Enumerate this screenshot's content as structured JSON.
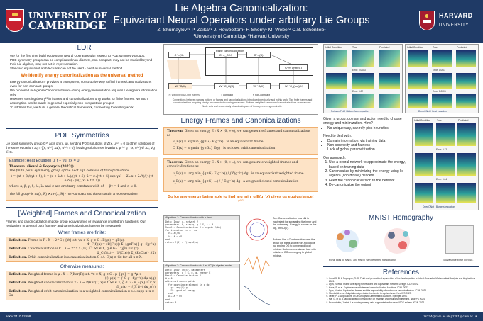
{
  "header": {
    "left_logo_line1": "UNIVERSITY OF",
    "left_logo_line2": "CAMBRIDGE",
    "title_line1": "Lie Algebra Canonicalization:",
    "title_line2": "Equivariant Neural Operators under arbitrary Lie Groups",
    "authors": "Z. Shumaylov*¹   P. Zaika*¹   J. Rowbottom¹   F. Sherry¹   M. Weber²   C.B. Schönlieb¹",
    "affiliations": "¹University of Cambridge   ²Harvard University",
    "right_logo_line1": "HARVARD",
    "right_logo_line2": "UNIVERSITY"
  },
  "tldr": {
    "heading": "TLDR",
    "bullets": [
      "We for the first time build equivariant Neural Operators with respect to PDE symmetry groups.",
      "PDE symmetry groups can be complicated non-discrete, non-compact, may not be studied beyond their Lie algebra, may not act in representation.",
      "Standard equivariant architectures can not be used - need a universal method."
    ],
    "highlight": "We identify energy canonicalization as the universal method",
    "bullets2": [
      "Energy canonicalization⁵ provides a transparent, constructive way to find frames/canonicalizations even for non-compact groups.",
      "We propose Lie Algebra Canonicalization - doing energy minimization requires Lie algebra information only.",
      "However, existing theory²³ in frames and canonicalizations only works for finite frames. No such assumption can be made in general especially non-compact Lie groups!",
      "To address this, we build a general theoretical framework, connecting to existing work."
    ]
  },
  "pde": {
    "heading": "PDE Symmetries",
    "intro": "Lie point symmetry group G¹⁵ acts on (x, u), sending PDE solutions of Δ(x, u⁽ⁿ⁾) = 0 to other solutions of the same equation. Δ₀ = {(x, u⁽ⁿ⁾) : Δ(x, u⁽ⁿ⁾) = 0}, leaving solution set invariant: pr⁽ⁿ⁾ g · (x, u⁽ⁿ⁾) ∈ Δ₀, ∀g ∈ G.",
    "example_title": "Example: Heat Equation u_t − νu_xx = 0",
    "theorem_title": "Theorem. (Koval & Popovych (2023)).",
    "theorem_line1": "The finite point symmetry group of the heat eqn consists of transformations",
    "theorem_eq": "t̃ = (αt + β)/(γt + δ),   x̃ = (x + λ₁t + λ₀)/(γt + δ),   ũ = σ√|γt + δ| exp(γx² + 2λ₁x + λ₁²t)/(4(γt + δ)) · (u(t, x) + f(t, x))",
    "theorem_line2": "where α, β, γ, δ, λ₁, λ₀ and σ are arbitrary constants with αδ − βγ = 1 and σ ≠ 0.",
    "full_group": "The full group¹ is SL(2, ℝ) ⋉ₖ H(1, ℝ) - non-compact and doesn't act in a representation!"
  },
  "weighted": {
    "heading": "[Weighted] Frames and Canonicalization",
    "intro": "Frames and canonicalization impose group equivariance or invariance on arbitrary functions. Our realization: In general both frames⁶ and canonicalizations have to be measured!",
    "finite_heading": "When frames are finite:",
    "def1_label": "Definition.",
    "def1": "Frame is F : X → 2^G \\ {∅} s.t. ∀x ∈ X, g ∈ G : F(gx) = gF(x).",
    "def1_eq": "Φ_F(f)(x) = (1/|F(x)|) Σ_{g∈F(x)} g · f(g⁻¹x)",
    "def2_label": "Definition.",
    "def2": "Canonicalization is C : X → 2^X \\ {∅} s.t. ∀x ∈ X, g ∈ G : C(gx) = C(x).",
    "def2_eq": "Φ_C(f)(x) = (1/|C(x)|) Σ_{x̃∈C(x)} f(x̃)",
    "def3_label": "Definition.",
    "def3": "Orbit canonicalization is a canonicalization C s.t. C(x) ⊂ Gx for all x ∈ X.",
    "other_heading": "Otherwise measures:",
    "def4_label": "Definition.",
    "def4": "Weighted frame is μ : X → P(Ker(T)) s.t. ∀x ∈ X, g ∈ G : μ_{gx} = g_*μ_x",
    "def4_eq": "⟨f⟩_μ(x) = ∫_G g · f(g⁻¹x) dμ_x(g)",
    "def5_label": "Definition.",
    "def5": "Weighted canonicalization is κ : X → P(Ker(T) x) s.t. ∀x ∈ X, g ∈ G : κ_{gx} = κ_x",
    "def5_eq": "⟨f⟩_κ(x) = ∫_X f(y) dκ_x(y)",
    "def6_label": "Definition.",
    "def6": "Weighted orbit canonicalization is a weighted canonicalization κ s.t. supp κ_x ⊂ Gx"
  },
  "diagram": {
    "box_finite": "Finite canonicalization",
    "nodes": [
      "C^∞(X)",
      "C^∞_G(X)",
      "C^∞(X)",
      "C^∞_{frm}(X)",
      "W^*C(X)",
      "W^*C_G(X)",
      "W^*C(X)",
      "W^*C_{frm}(X)"
    ],
    "legend_compact": "compact",
    "legend_noncompact": "non-compact",
    "legend_tagged": "Ⓕ Weighted & Orbit frames",
    "caption": "Connections between various notions of frames and canonicalizations introduced previously and in this work. Top: finite frames and canonicalizations mapping strictly as commuted covering measures. Bottom: weighted frames and canonicalizations as measures. Node sets and sequentially closed subspace of those preserving continuity."
  },
  "energy": {
    "heading": "Energy Frames and Canonicalizations",
    "thm1_head": "Theorem.",
    "thm1_text": "Given an energy E : X × [0, +∞), we can generate frames and canonicalizations as",
    "thm1_eq1": "F_E(x) = argmin_{g∈G} E(g⁻¹x)",
    "thm1_lab1": "is an equivariant frame",
    "thm1_eq2": "C_E(x) = argmin_{y∈Gx} E(y)",
    "thm1_lab2": "is a closed orbit canonicalization",
    "thm2_head": "Theorem.",
    "thm2_text": "Given an energy E : X × [0, +∞), we can generate weighted frames and canonicalizations as",
    "thm2_eq1": "μ_E(x) = (arg min_{g∈G} E(g⁻¹x)) / ∫ δ(g⁻¹x) dg",
    "thm2_lab1": "is an equivariant weighted frame",
    "thm2_eq2": "κ_E(x) = (arg min_{g∈G} ...) / ∫ E(g⁻¹x) dg",
    "thm2_lab2": "a weighted closed canonicalization",
    "conclusion": "So for any energy being able to find arg min_g E(g⁻¹x) gives us equivariance!",
    "conclusion_sub": "g∈G"
  },
  "algos": {
    "algo1_title": "Algorithm 1: Canonicalization with a fixed...",
    "algo2_title": "Algorithm 2: Canonicalization via LieLAC (in algebra mode)",
    "algo1_code": "Data: Input x, network f\nparameters: θ, step η, g ∈ G, A ← 0\nResult: Canonicalization x̃ = argmin E(Ax)\nfor iteration in ... do\n  ∇ ← ∂E/∂A\n  A ← A − η∇\nend\nreturn f(x̃) = f(exp(A)x)",
    "algo2_code": "Data: Input in ℝⁿ, parameters\nparameters: g ∈ G, p, q, energy E\nResult: Canonicalization x̃\nA ← 0\nwhile not converged do\n  for coordinate element in g do\n    g ← exp(A) g\n    ∇ ← grad of energy\n  end\n  A ← A − η∇\nend\nreturn x̃",
    "note_top": "Top: Canonicalization in a NN is equivalent for separating the inner and the outer map. Energy is shown as the top, on SO(2).",
    "note_bottom": "Bottom: LieLAC optimization over the group Lie basis shows non-monotone but ending OG to converged local minima. Bottom curve shows loss with initialized OG converging to global minima."
  },
  "results": {
    "label_init": "Initial Condition",
    "label_true": "True",
    "label_pred": "Predicted",
    "caption_left": "Poisson/FNO / Allen-Cahn equation",
    "caption_right": "DeepONet / Heat equation",
    "caption_bottom": "DeepONet / Burgers' equation",
    "err_labels": [
      "Error: 0.0003",
      "Error: 0.02",
      "Error: 0.12",
      "Error: 0.001",
      "Error: 0.0005",
      "Error: 0.04"
    ]
  },
  "right_col": {
    "intro": "Given a group, domain and action need to choose energy and minimization. How?",
    "intro_bullet": "No unique way, can rely pick heuristics",
    "need_heading": "Need to deal with:",
    "need_items": [
      "Domain information, via training data",
      "Non-convexity and flatness",
      "Lack of global parametrization"
    ],
    "approach_heading": "Our approach:",
    "approach_items": [
      "Use a neural network to approximate the energy, based on training data",
      "Canonicalize by minimizing the energy using lie algebra (coordinate) descent",
      "Feed the canonical version to the network",
      "De-canonicalize the output"
    ]
  },
  "mnist": {
    "heading": "MNIST Homography",
    "caption": "t-SNE plots for MNIST and MNIST with perturbed homography.",
    "caption2": "Equivariance fix for ViT/VAC."
  },
  "references": {
    "heading": "References",
    "items": [
      "Koval S. D. & Popovych, R. O. Point and generalized symmetries of the heat equation revisited. Journal of Mathematical Analysis and Applications 2023.",
      "Dym, N. et al. Frame Averaging for Invariant and Equivariant Network Design. ICLR 2022.",
      "Kaba, S. et al. Equivariance with learned canonicalization functions. ICML 2023.",
      "Dym, N. et al. Equivariant frames and the impossibility of continuous canonicalization. ICML 2024.",
      "Mondal, A. et al. Adaptation of pretrained networks to equivariance. NeurIPS 2023.",
      "Olver, P. J. Applications of Lie Groups to Differential Equations. Springer 1993.",
      "Ma, G. et al. A canonicalization perspective on invariant and equivariant learning. NeurIPS 2024.",
      "Brandstetter, J. et al. Lie point symmetry data augmentation for neural PDE solvers. ICML 2022."
    ]
  },
  "footer": {
    "left": "arXiv:2410.02698",
    "right": "zs334@cam.ac.uk     pz281@cam.ac.uk"
  },
  "colors": {
    "navy": "#1f3a66",
    "orange": "#e36b0a",
    "box_orange": "#fde3c6",
    "cambridge_red": "#c8202f",
    "harvard_crimson": "#a51c30"
  }
}
